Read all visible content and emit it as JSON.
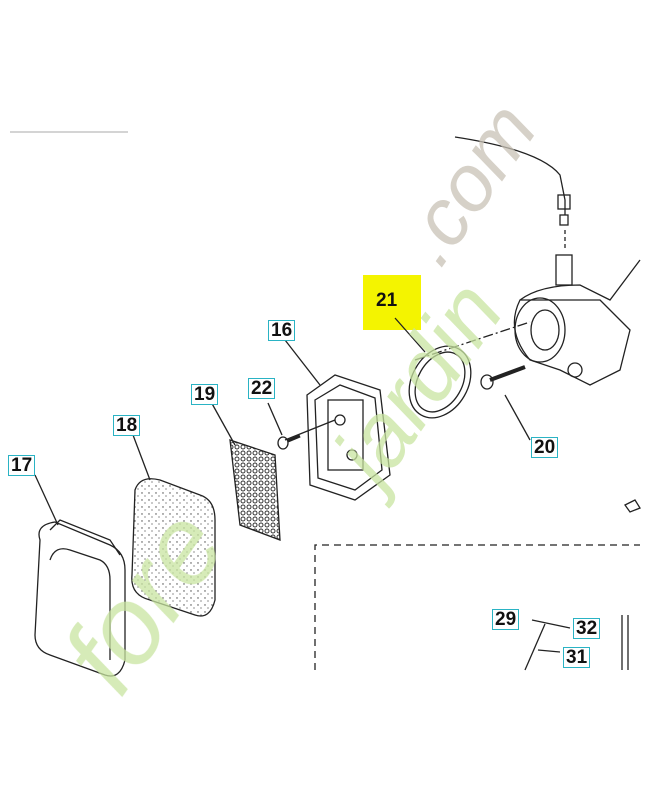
{
  "diagram": {
    "highlight_color": "#f4f400",
    "label_border_color": "#2ab3c4",
    "parts": [
      {
        "id": "17",
        "name": "air-filter-cover"
      },
      {
        "id": "18",
        "name": "foam-filter"
      },
      {
        "id": "19",
        "name": "filter-screen"
      },
      {
        "id": "22",
        "name": "screw"
      },
      {
        "id": "16",
        "name": "air-filter-base"
      },
      {
        "id": "21",
        "name": "gasket",
        "highlighted": true
      },
      {
        "id": "20",
        "name": "bolt"
      },
      {
        "id": "29",
        "name": "part-29"
      },
      {
        "id": "32",
        "name": "part-32"
      },
      {
        "id": "31",
        "name": "part-31"
      }
    ],
    "watermark": "foretjardin.com"
  }
}
